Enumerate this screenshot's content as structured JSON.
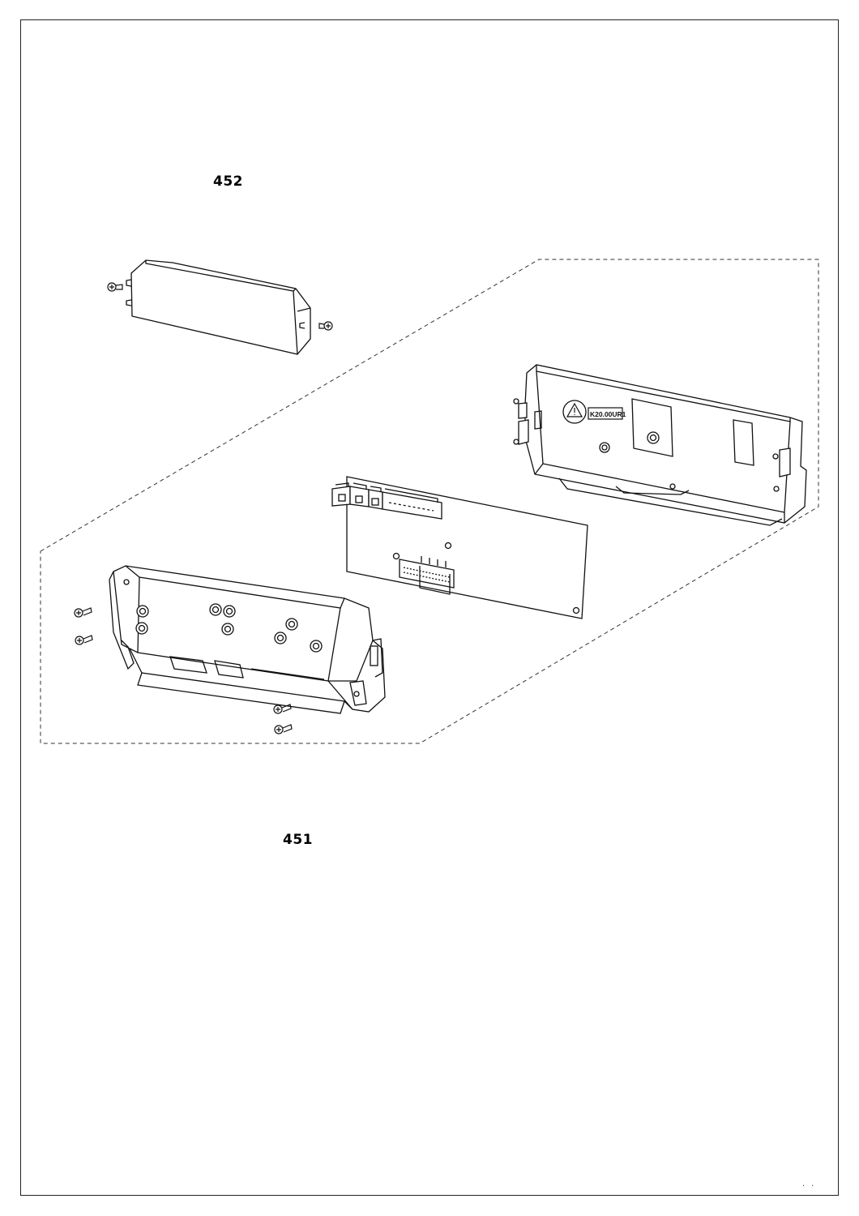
{
  "callouts": {
    "part_452": "452",
    "part_451": "451"
  },
  "label_plate": "K20.00UR1",
  "colors": {
    "line": "#111111",
    "dash": "#333333",
    "paper": "#ffffff"
  },
  "icons": {
    "screw": "phillips-screw-icon",
    "warning": "triangle-warning-icon"
  }
}
